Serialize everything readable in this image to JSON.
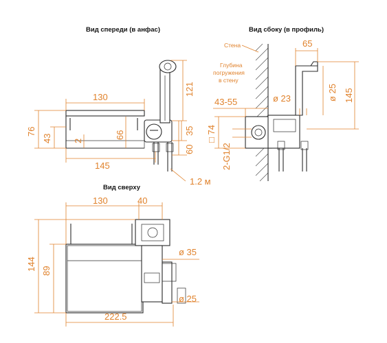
{
  "titles": {
    "front": "Вид спереди (в анфас)",
    "side": "Вид сбоку (в профиль)",
    "top": "Вид сверху"
  },
  "front_view": {
    "dim_130": "130",
    "dim_76": "76",
    "dim_43": "43",
    "dim_66": "66",
    "dim_2": "2",
    "dim_145": "145",
    "dim_121": "121",
    "dim_35": "35",
    "dim_60": "60",
    "hose_length": "1.2 м"
  },
  "side_view": {
    "wall_label": "Стена",
    "depth_label_1": "Глубина",
    "depth_label_2": "погружения",
    "depth_label_3": "в стену",
    "dim_65": "65",
    "dim_43_55": "43-55",
    "dim_d23": "ø 23",
    "dim_d25": "ø 25",
    "dim_145": "145",
    "dim_74": "□ 74",
    "thread": "2-G1/2"
  },
  "top_view": {
    "dim_130": "130",
    "dim_40": "40",
    "dim_144": "144",
    "dim_89": "89",
    "dim_d35": "ø 35",
    "dim_d25": "ø 25",
    "dim_222_5": "222.5"
  },
  "colors": {
    "dimension": "#e0822c",
    "outline": "#2a2a2a"
  }
}
